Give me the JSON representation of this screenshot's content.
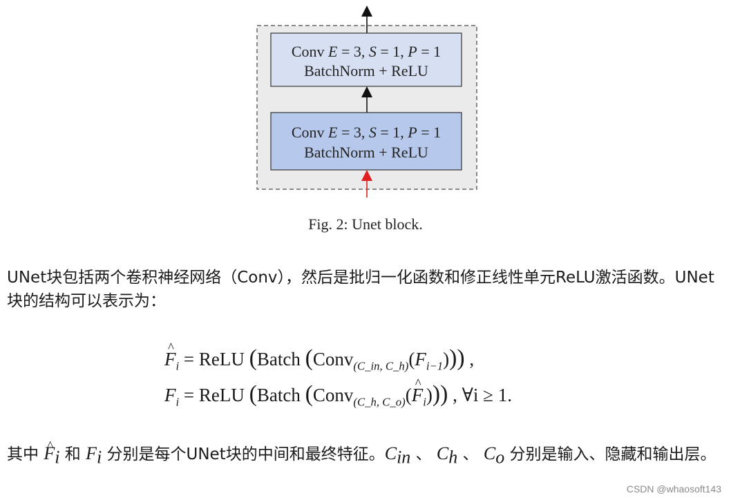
{
  "figure": {
    "block_top": {
      "line1": "Conv E = 3, S = 1, P = 1",
      "line2": "BatchNorm + ReLU"
    },
    "block_bottom": {
      "line1": "Conv E = 3, S = 1, P = 1",
      "line2": "BatchNorm + ReLU"
    },
    "caption": "Fig. 2: Unet block.",
    "colors": {
      "outer_bg": "#ebebeb",
      "outer_border": "#666666",
      "block_top_fill": "#d6e0f2",
      "block_bottom_fill": "#b6c8eb",
      "input_arrow": "#e02020"
    }
  },
  "paragraph1": "UNet块包括两个卷积神经网络（Conv），然后是批归一化函数和修正线性单元ReLU激活函数。UNet块的结构可以表示为：",
  "equations": {
    "eq1": {
      "lhs": "F",
      "lhs_sub": "i",
      "relu": "ReLU",
      "batch": "Batch",
      "conv": "Conv",
      "conv_sub": "(C_in, C_h)",
      "arg": "F",
      "arg_sub": "i−1",
      "tail": ","
    },
    "eq2": {
      "lhs": "F",
      "lhs_sub": "i",
      "relu": "ReLU",
      "batch": "Batch",
      "conv": "Conv",
      "conv_sub": "(C_h, C_o)",
      "arg": "F",
      "arg_sub": "i",
      "tail": ", ∀i ≥ 1."
    }
  },
  "paragraph2": {
    "prefix": "其中",
    "and": "和",
    "mid": "分别是每个UNet块的中间和最终特征。",
    "sep": "、",
    "suffix": "分别是输入、隐藏和输出层。"
  },
  "watermark": "CSDN @whaosoft143"
}
